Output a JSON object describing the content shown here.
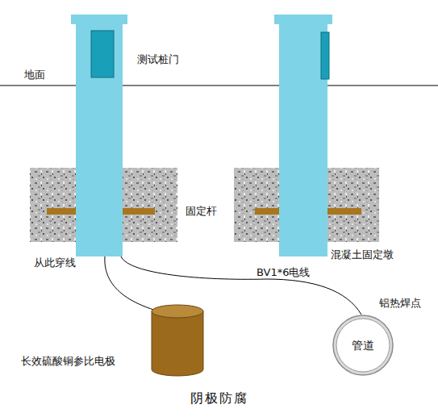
{
  "diagram": {
    "caption": "阴极防腐",
    "nodes": [
      {
        "text": [
          "管道",
          "铝热焊点"
        ]
      },
      {
        "text": [
          "长效硫酸铜参比电极"
        ]
      }
    ],
    "labels": [
      "测试桩门",
      "地面",
      "固定杆",
      "混凝土固定墩",
      "从此穿线",
      "BV1*6电线"
    ]
  }
}
